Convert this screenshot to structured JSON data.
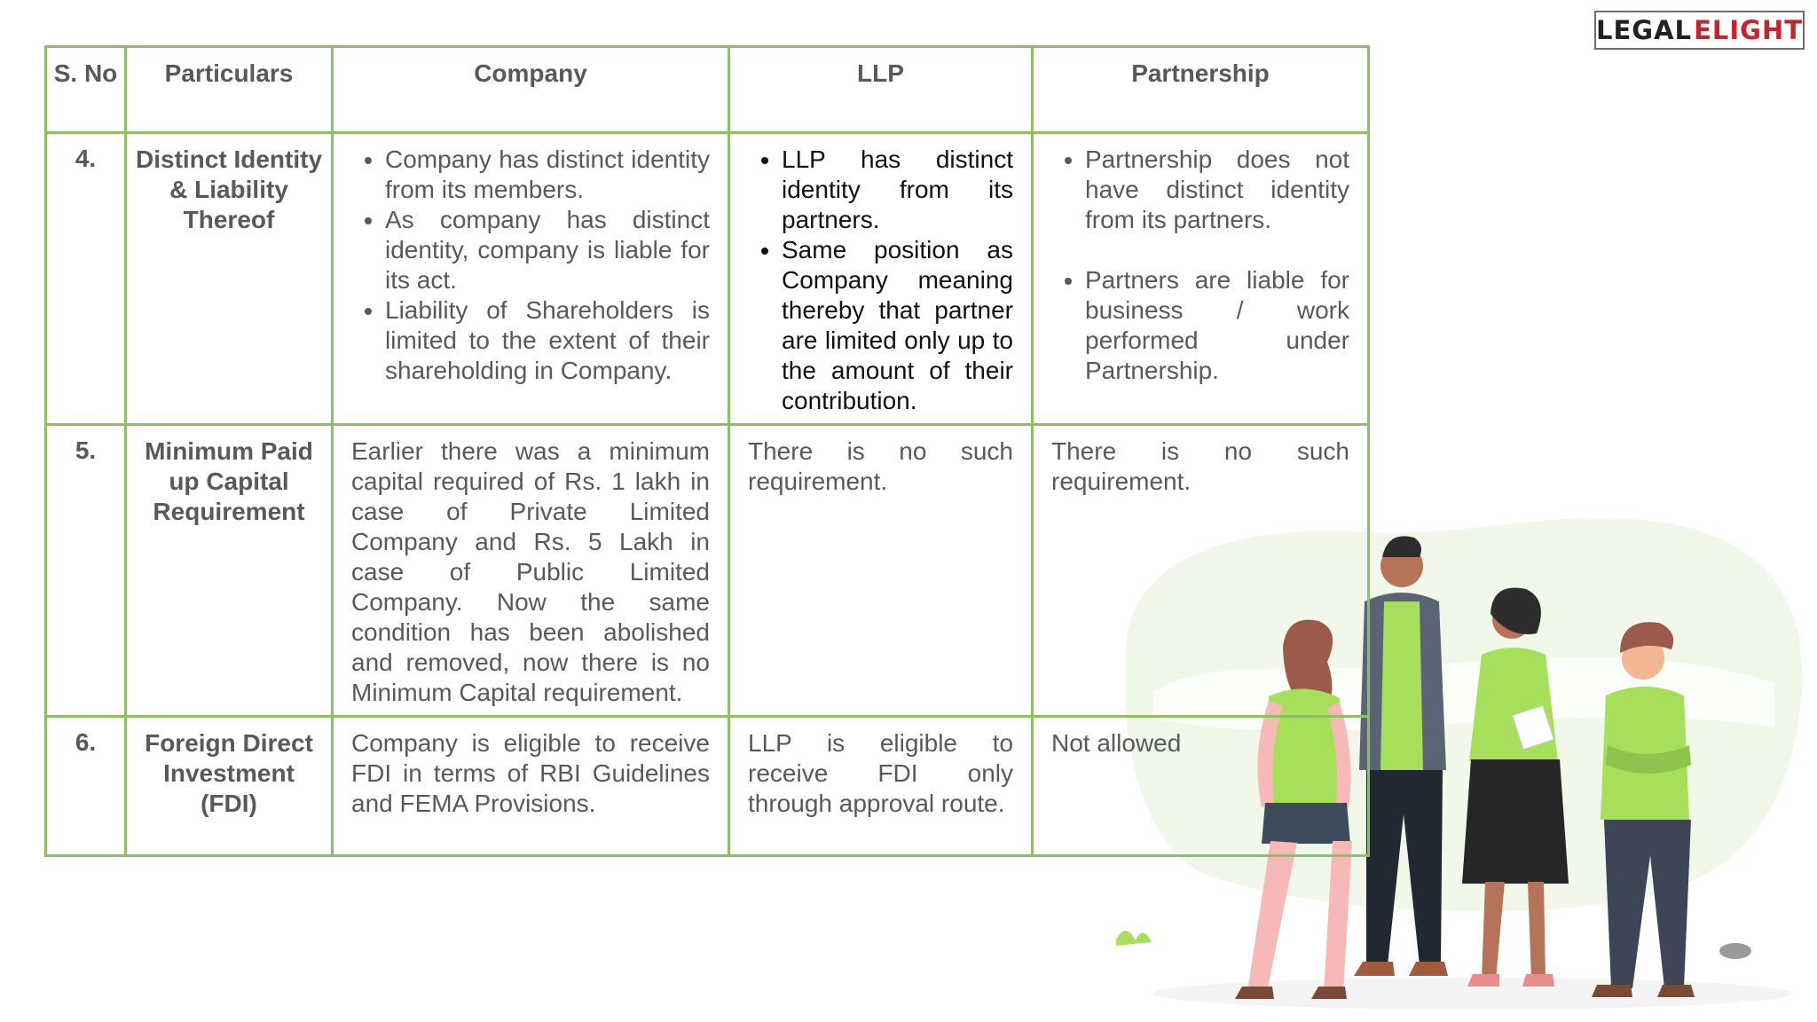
{
  "brand": {
    "legal": "LEGAL",
    "delight": "ELIGHT"
  },
  "table": {
    "headers": {
      "sno": "S. No",
      "particulars": "Particulars",
      "company": "Company",
      "llp": "LLP",
      "partnership": "Partnership"
    },
    "rows": [
      {
        "sno": "4.",
        "particulars": "Distinct Identity & Liability Thereof",
        "company": [
          "Company has distinct identity from its members.",
          "As company has distinct identity, company is liable for its act.",
          "Liability of Shareholders is limited to the extent of their shareholding in Company."
        ],
        "llp": [
          "LLP has distinct identity from its partners.",
          "Same position as Company meaning thereby that partner are limited only up to the amount of their contribution."
        ],
        "partnership": [
          "Partnership does not have distinct identity from its partners.",
          "Partners are liable for business / work performed under Partnership."
        ]
      },
      {
        "sno": "5.",
        "particulars": "Minimum Paid up Capital Requirement",
        "company": "Earlier there was a minimum capital required of Rs. 1 lakh in case of Private Limited Company and Rs. 5 Lakh in case of Public Limited Company. Now the same condition has been abolished and removed, now there is no Minimum Capital requirement.",
        "llp": "There is no such requirement.",
        "partnership": "There is no such requirement."
      },
      {
        "sno": "6.",
        "particulars": "Foreign Direct Investment (FDI)",
        "company": "Company is eligible to receive FDI in terms of RBI Guidelines and FEMA Provisions.",
        "llp": "LLP is eligible to receive FDI only through approval route.",
        "partnership": "Not allowed"
      }
    ]
  },
  "colors": {
    "border": "#8cc063",
    "text": "#595959",
    "brand_red": "#c8232c",
    "illustration_green": "#a6e05a"
  },
  "icons": [
    "people-group-illustration"
  ]
}
